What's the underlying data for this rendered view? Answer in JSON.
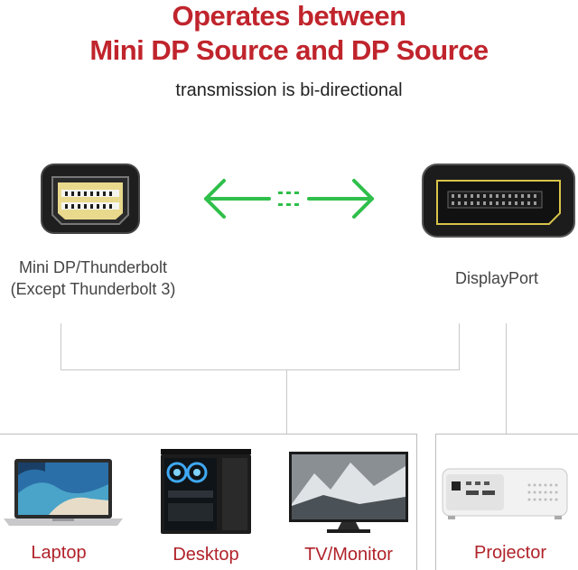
{
  "header": {
    "title_line1": "Operates between",
    "title_line2": "Mini DP Source and DP Source",
    "subtitle": "transmission is bi-directional"
  },
  "ports": {
    "mini_dp_label_line1": "Mini DP/Thunderbolt",
    "mini_dp_label_line2": "(Except Thunderbolt 3)",
    "dp_label": "DisplayPort"
  },
  "devices": [
    {
      "label": "Laptop",
      "icon": "laptop-icon"
    },
    {
      "label": "Desktop",
      "icon": "desktop-icon"
    },
    {
      "label": "TV/Monitor",
      "icon": "monitor-icon"
    },
    {
      "label": "Projector",
      "icon": "projector-icon"
    }
  ],
  "colors": {
    "title": "#c0242c",
    "arrow": "#2fbf4a",
    "device_label": "#b0222a"
  }
}
